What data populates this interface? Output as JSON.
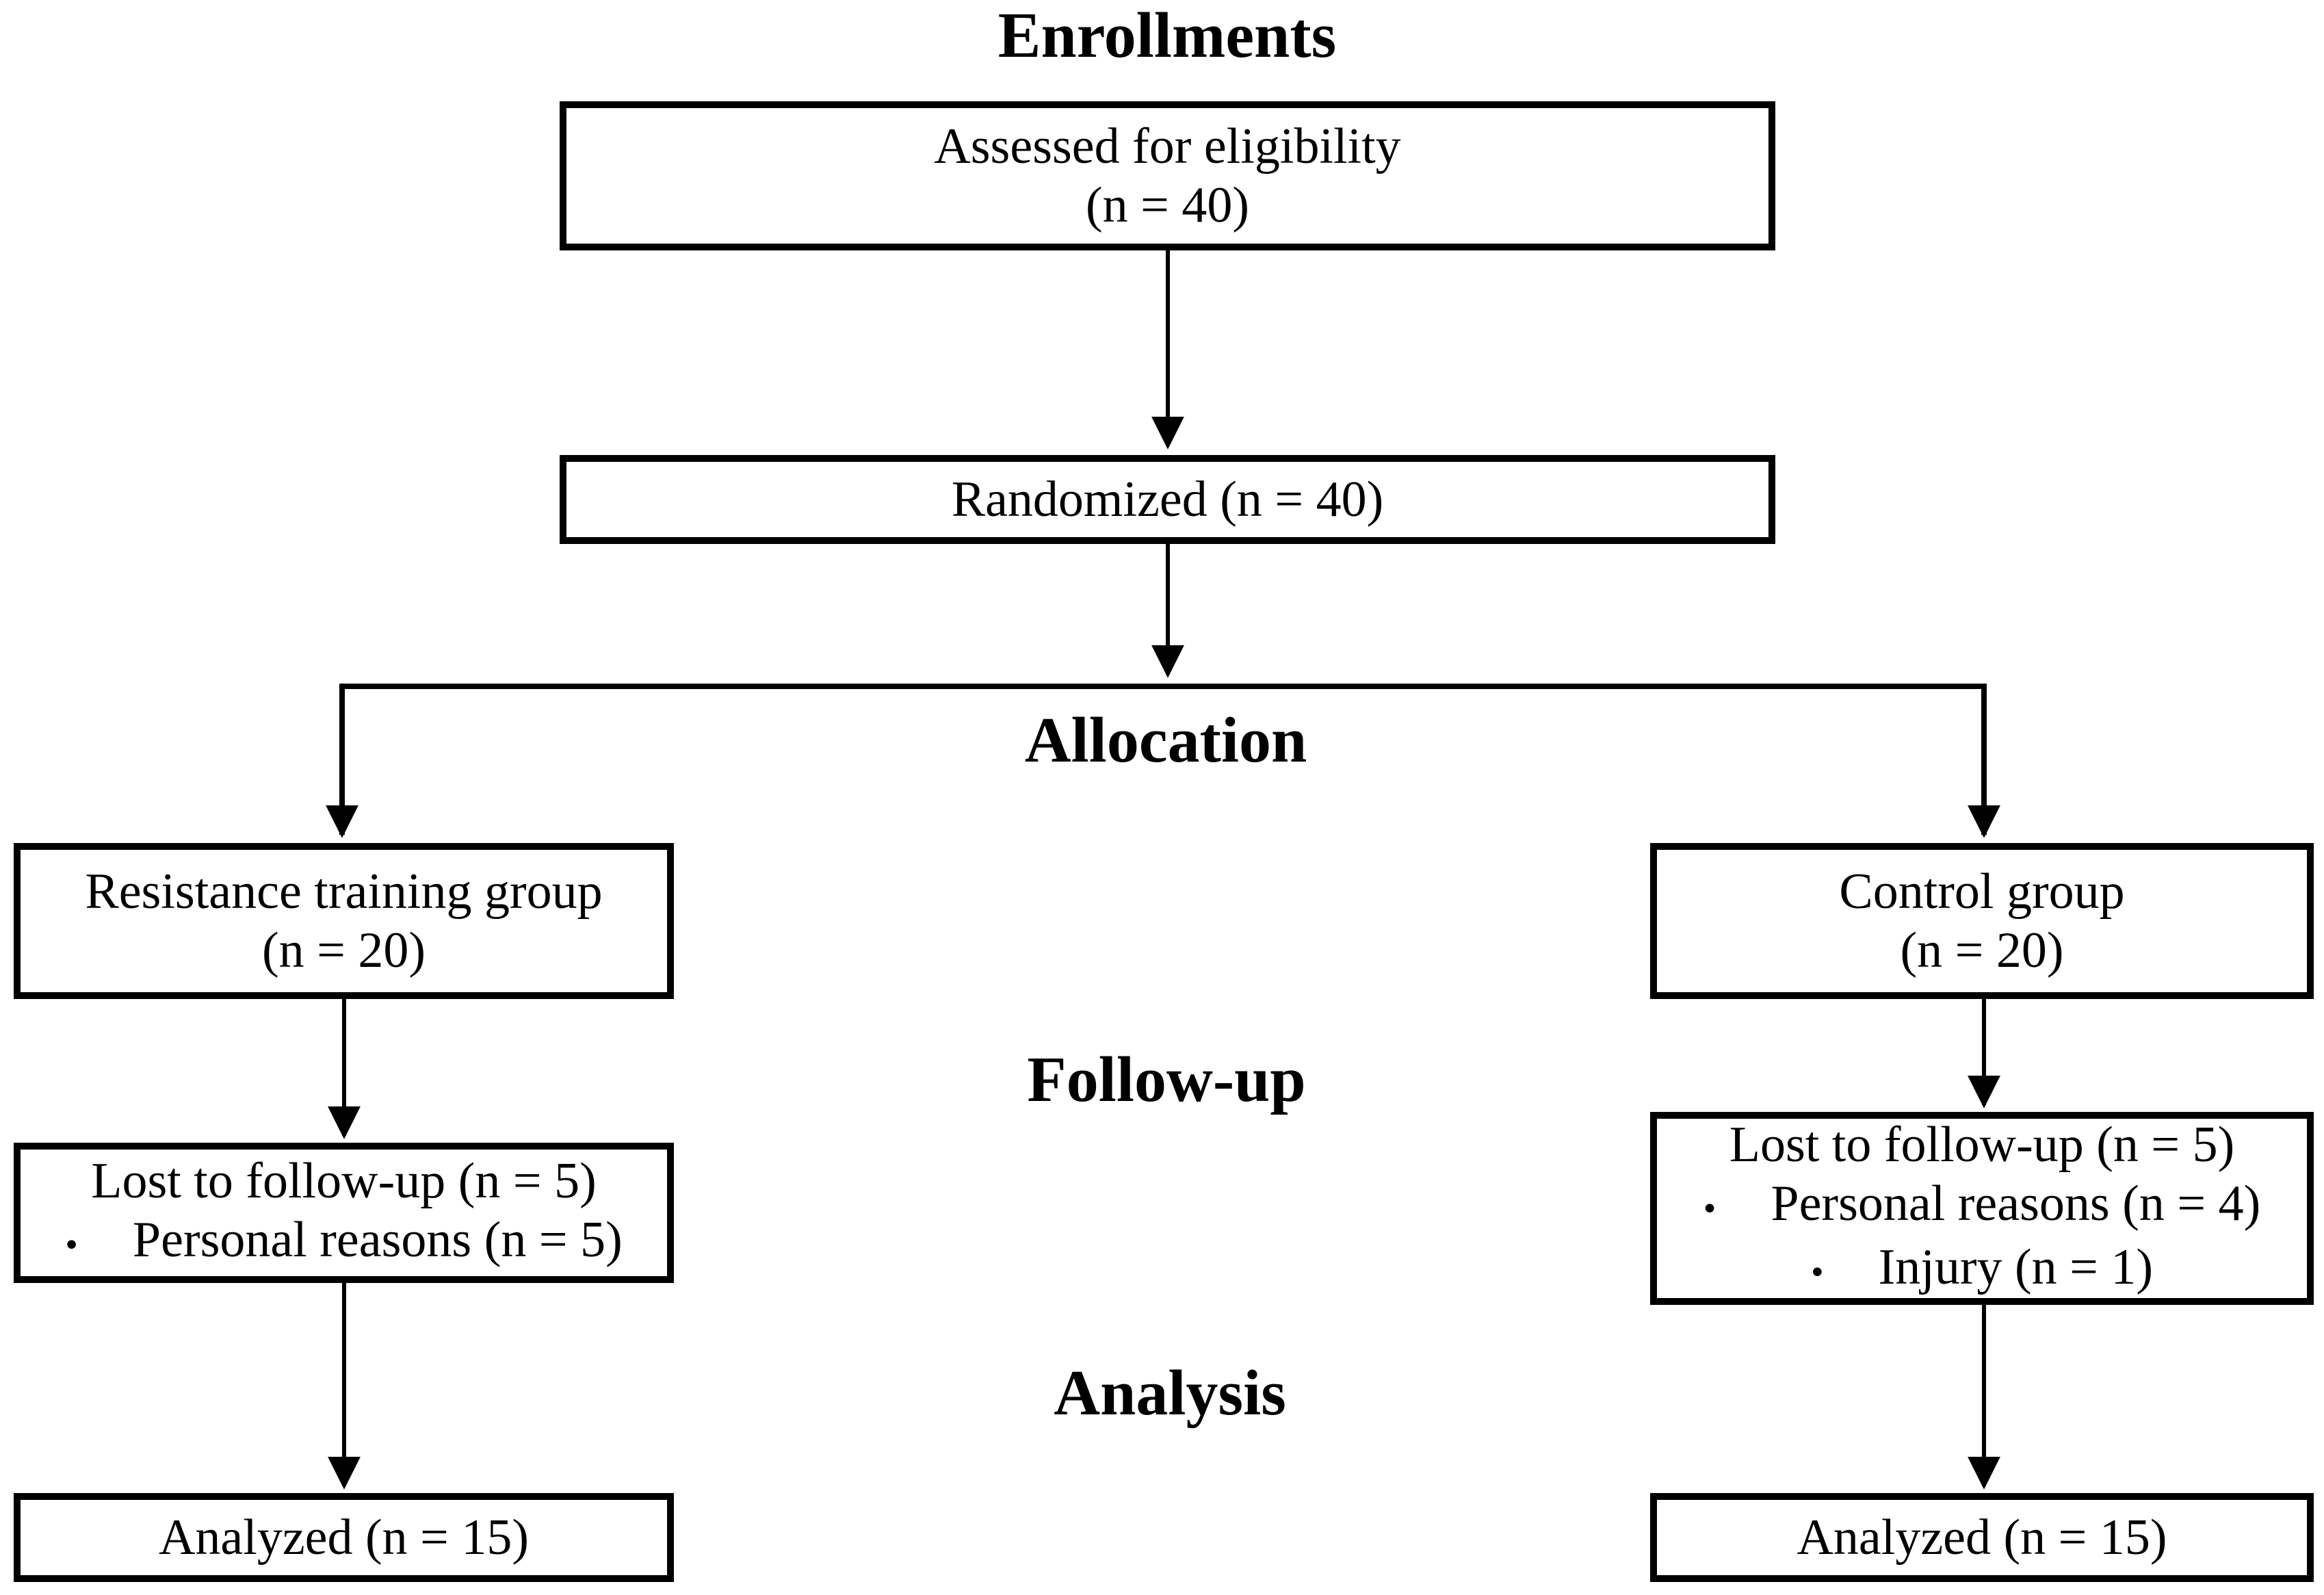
{
  "diagram": {
    "title": "Enrollments",
    "stages": {
      "allocation": "Allocation",
      "follow_up": "Follow-up",
      "analysis": "Analysis"
    },
    "bullet_glyph": "•",
    "boxes": {
      "assessed": {
        "line1": "Assessed for eligibility",
        "line2": "(n = 40)"
      },
      "randomized": {
        "text": "Randomized (n = 40)"
      },
      "resistance_group": {
        "line1": "Resistance training group",
        "line2": "(n = 20)"
      },
      "control_group": {
        "line1": "Control group",
        "line2": "(n = 20)"
      },
      "resistance_lost": {
        "title": "Lost to follow-up (n = 5)",
        "bullets": [
          "Personal reasons (n = 5)"
        ]
      },
      "control_lost": {
        "title": "Lost to follow-up (n = 5)",
        "bullets": [
          "Personal reasons (n = 4)",
          "Injury (n = 1)"
        ]
      },
      "resistance_analyzed": {
        "text": "Analyzed (n = 15)"
      },
      "control_analyzed": {
        "text": "Analyzed (n = 15)"
      }
    },
    "colors": {
      "line": "#000000",
      "background": "#ffffff",
      "text": "#000000"
    }
  }
}
